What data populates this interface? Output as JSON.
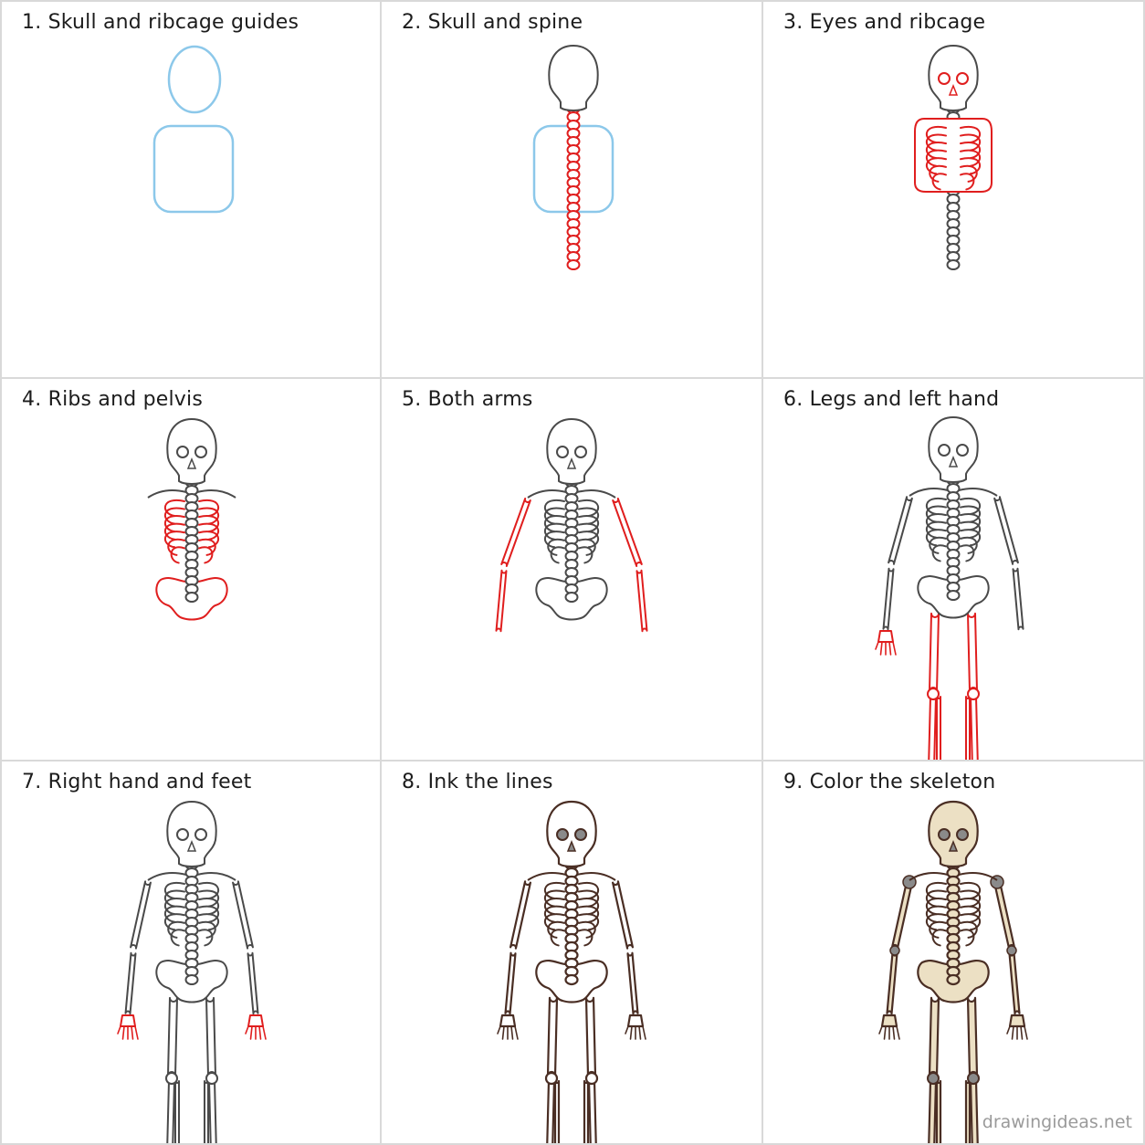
{
  "steps": [
    {
      "caption": "1. Skull and ribcage guides"
    },
    {
      "caption": "2. Skull and spine"
    },
    {
      "caption": "3. Eyes and ribcage"
    },
    {
      "caption": "4. Ribs and pelvis"
    },
    {
      "caption": "5. Both arms"
    },
    {
      "caption": "6. Legs and left hand"
    },
    {
      "caption": "7. Right hand and feet"
    },
    {
      "caption": "8. Ink the lines"
    },
    {
      "caption": "9. Color the skeleton"
    }
  ],
  "watermark": "drawingideas.net",
  "colors": {
    "guide_blue": "#8cc8ea",
    "highlight_red": "#e01e1e",
    "pencil_gray": "#4a4a4a",
    "ink_brown": "#4a2e24",
    "bone_fill": "#ece0c4",
    "joint_gray": "#8a8a8a"
  }
}
